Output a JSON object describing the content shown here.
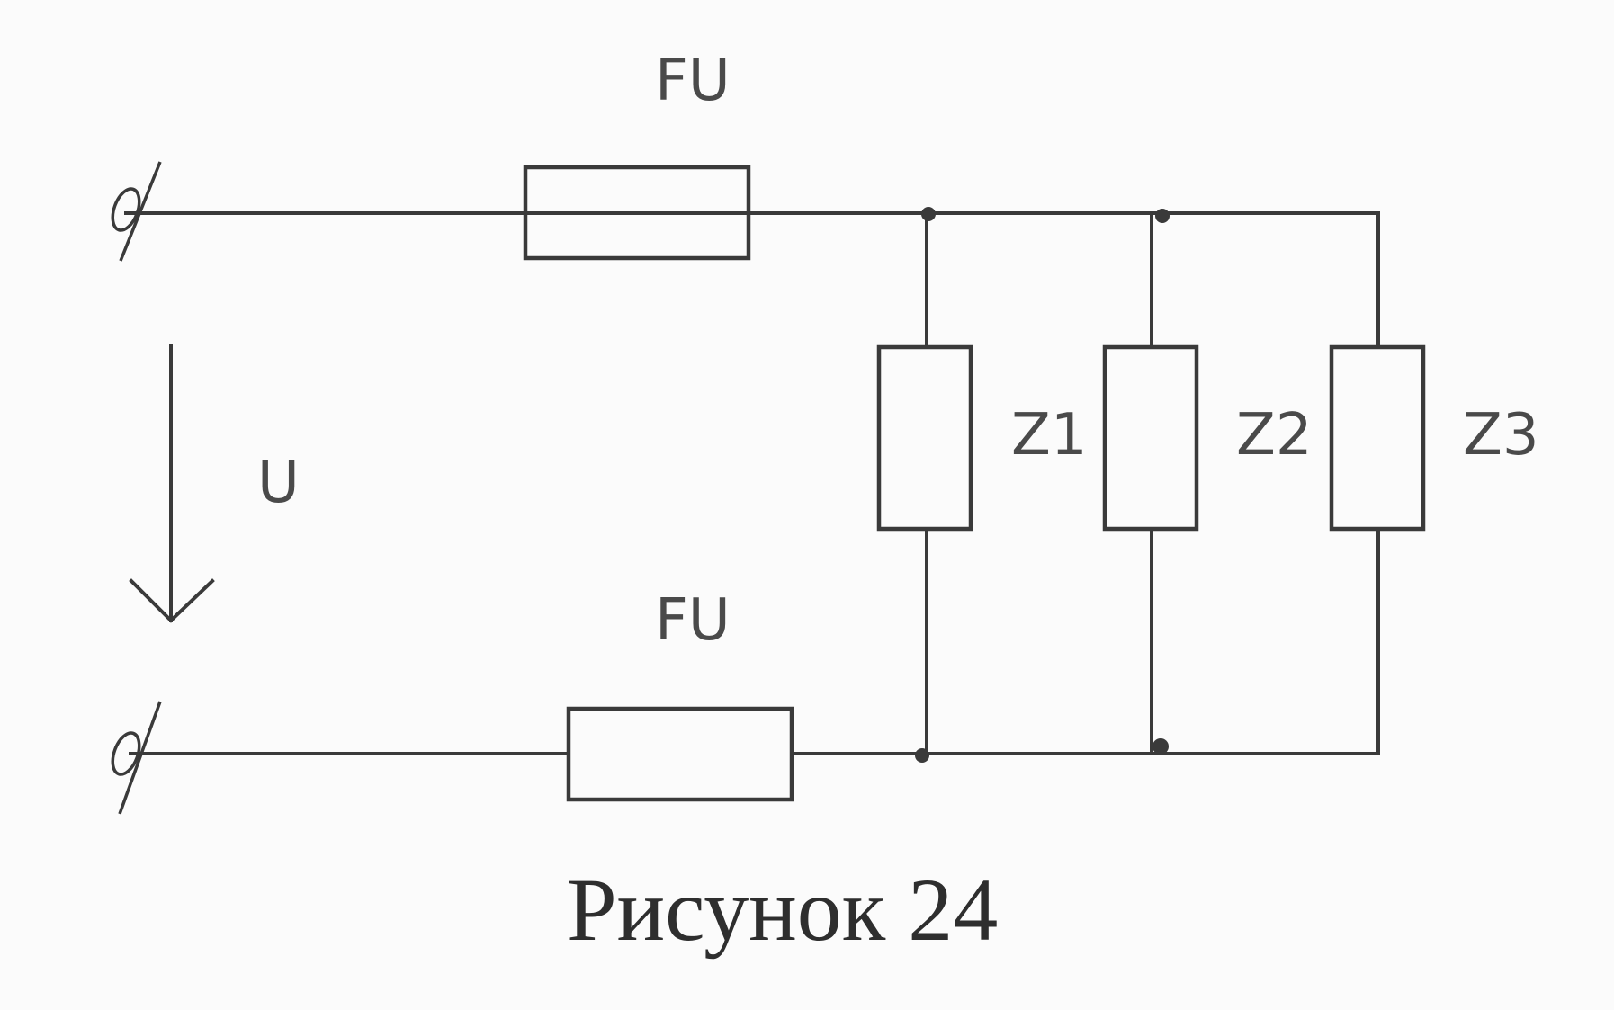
{
  "labels": {
    "fuse_top": "FU",
    "fuse_bottom": "FU",
    "voltage": "U",
    "z1": "Z1",
    "z2": "Z2",
    "z3": "Z3"
  },
  "caption": "Рисунок 24"
}
